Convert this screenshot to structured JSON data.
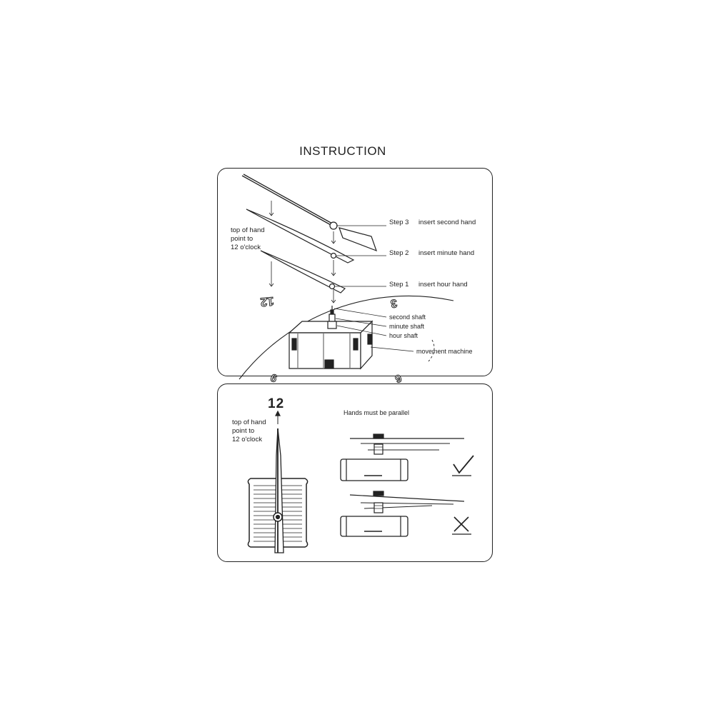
{
  "title": "INSTRUCTION",
  "panel1": {
    "top_note": [
      "top of hand",
      "point to",
      "12 o'clock"
    ],
    "steps": [
      {
        "step": "Step 3",
        "action": "insert second hand"
      },
      {
        "step": "Step 2",
        "action": "insert minute hand"
      },
      {
        "step": "Step 1",
        "action": "insert hour hand"
      }
    ],
    "shafts": [
      "second shaft",
      "minute shaft",
      "hour shaft"
    ],
    "machine": "movement  machine",
    "dial_numbers": [
      "12",
      "3",
      "6",
      "9"
    ]
  },
  "panel2": {
    "twelve": "12",
    "top_note": [
      "top of hand",
      "point to",
      "12 o'clock"
    ],
    "parallel_note": "Hands must be parallel"
  }
}
